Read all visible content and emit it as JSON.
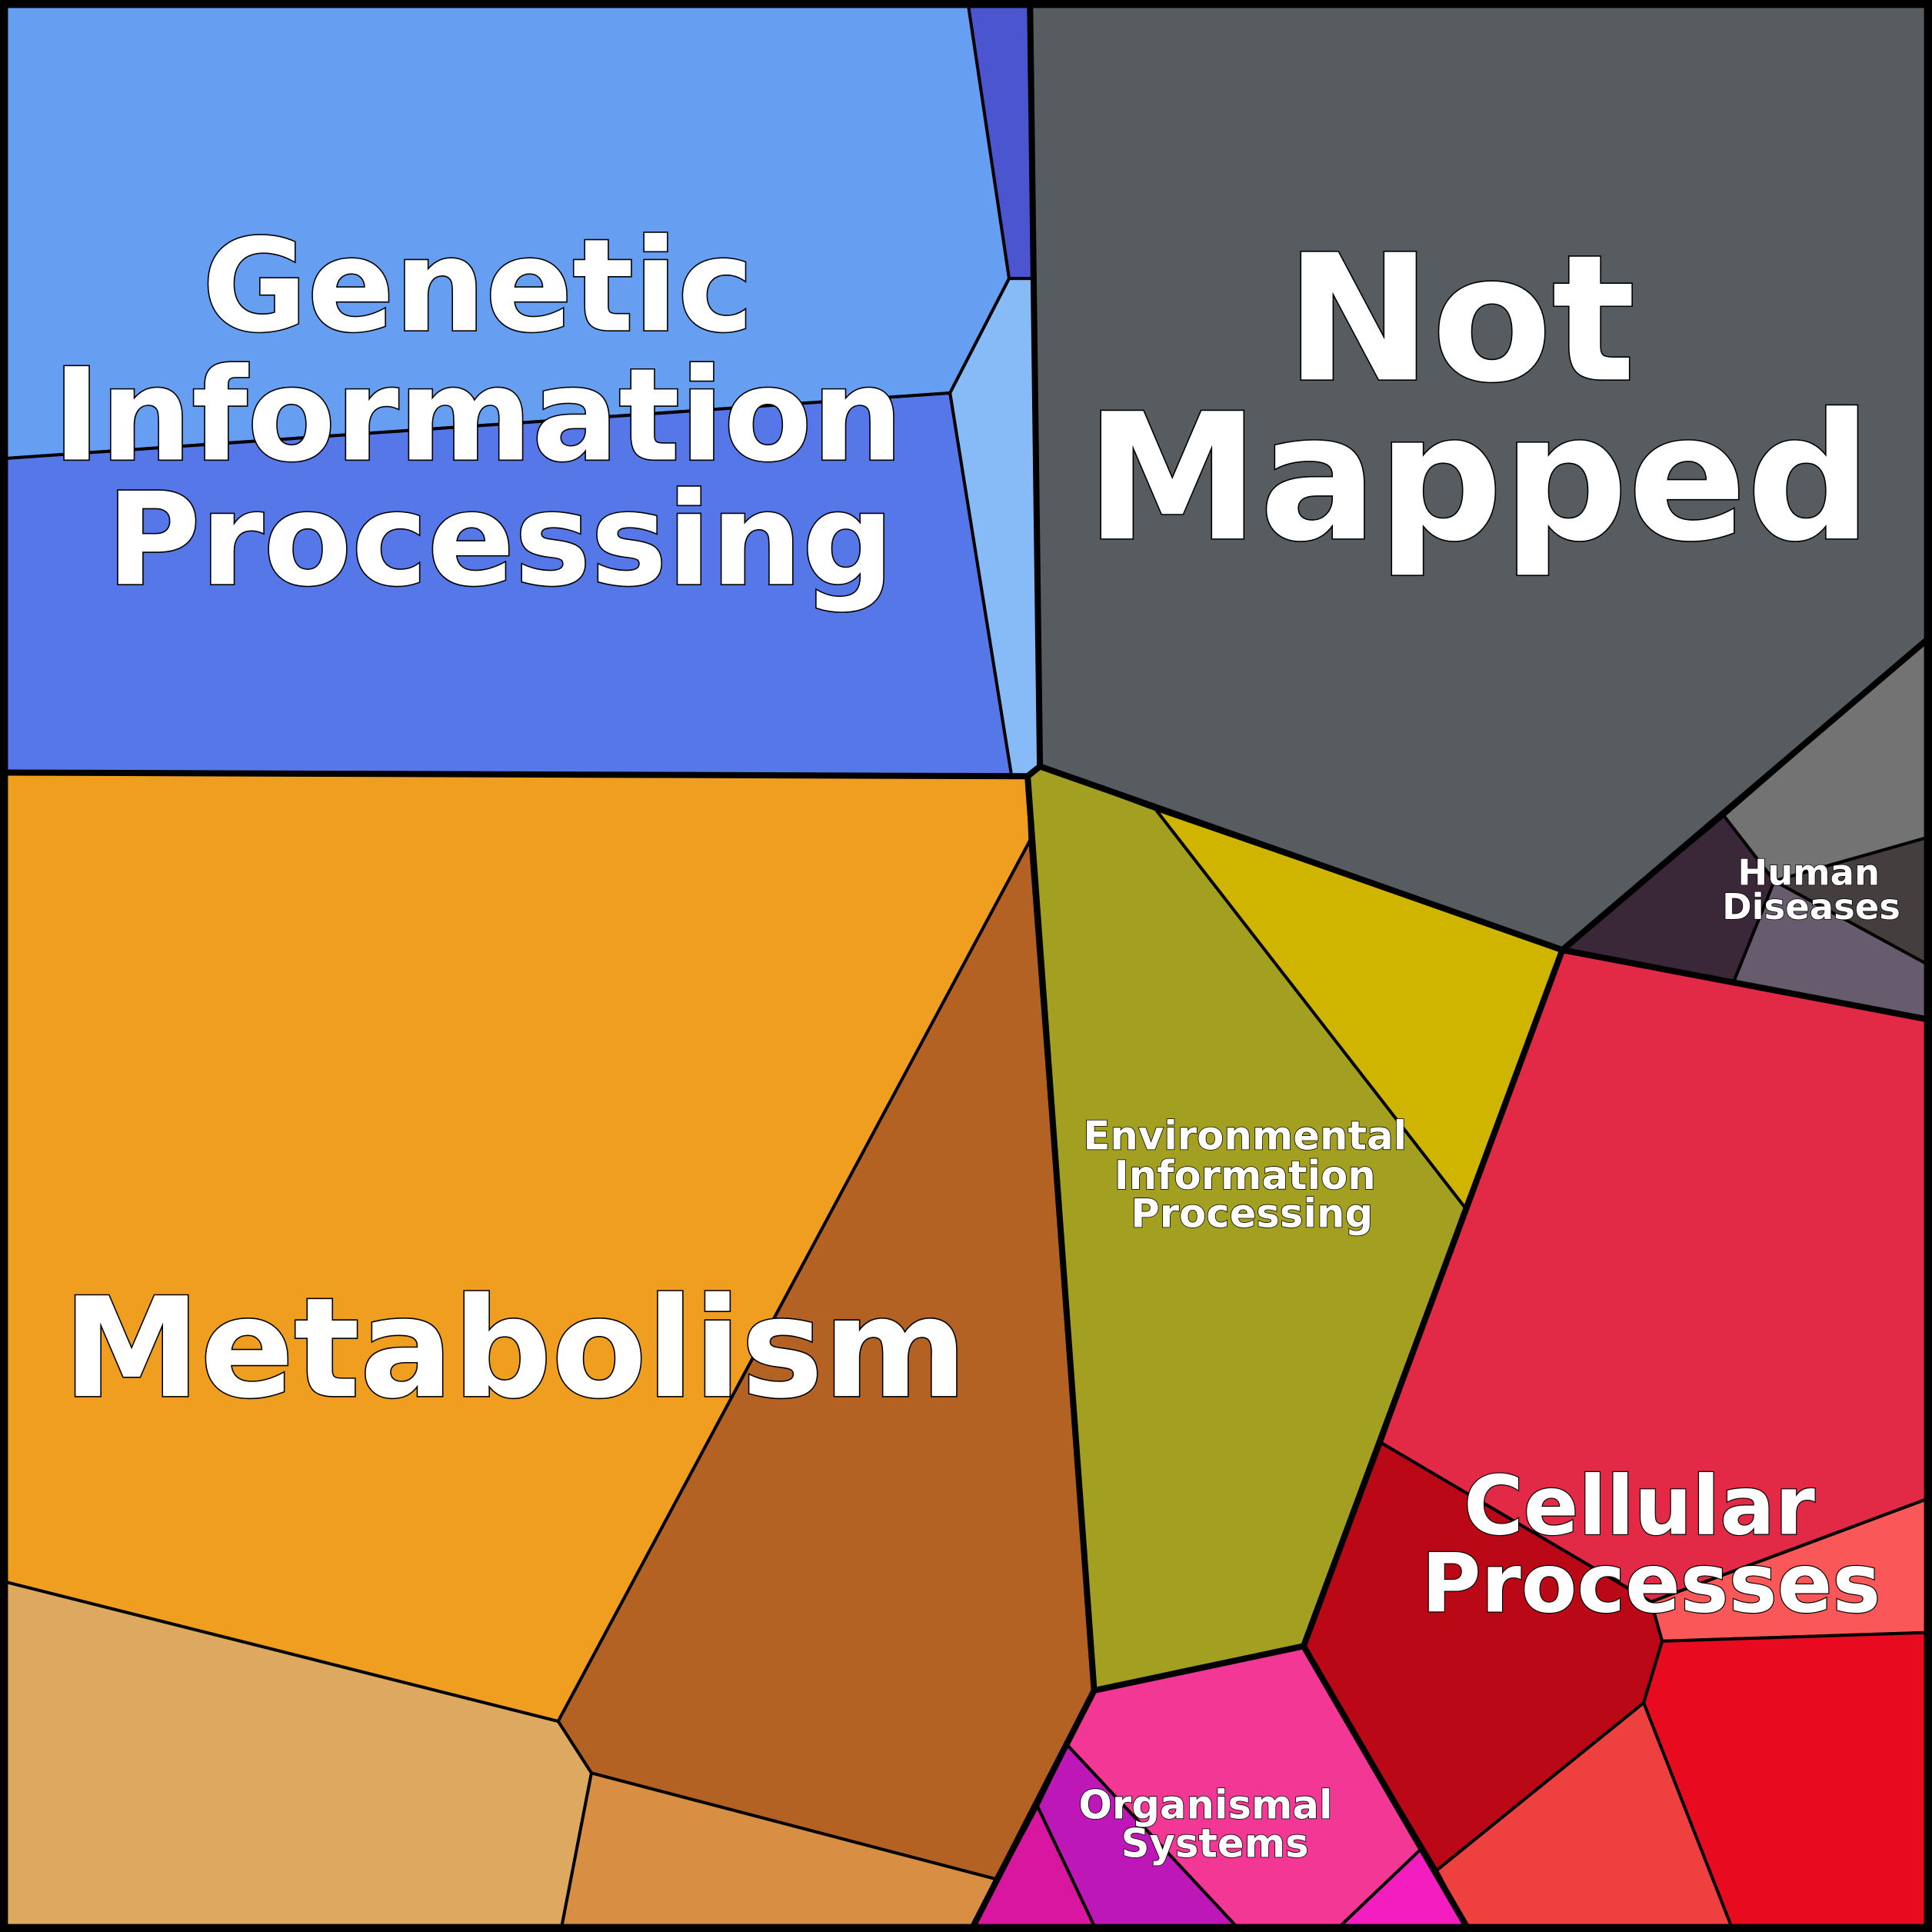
{
  "chart_data": {
    "type": "voronoi-treemap",
    "title": "",
    "categories": [
      {
        "name": "Genetic Information Processing",
        "label_lines": [
          "Genetic",
          "Information",
          "Processing"
        ],
        "approx_area_share": 0.21,
        "sub_cells": 4,
        "colors": [
          "#669EF2",
          "#4B55D0",
          "#86BBF8",
          "#5677E8"
        ]
      },
      {
        "name": "Not Mapped",
        "label_lines": [
          "Not",
          "Mapped"
        ],
        "approx_area_share": 0.23,
        "sub_cells": 1,
        "colors": [
          "#575C60"
        ]
      },
      {
        "name": "Human Diseases",
        "label_lines": [
          "Human",
          "Diseases"
        ],
        "approx_area_share": 0.03,
        "sub_cells": 4,
        "colors": [
          "#737373",
          "#3A2838",
          "#453E3E",
          "#675B6E"
        ]
      },
      {
        "name": "Metabolism",
        "label_lines": [
          "Metabolism"
        ],
        "approx_area_share": 0.3,
        "sub_cells": 4,
        "colors": [
          "#EF9E20",
          "#B46224",
          "#DDA960",
          "#D88F43"
        ]
      },
      {
        "name": "Environmental Information Processing",
        "label_lines": [
          "Environmental",
          "Information",
          "Processing"
        ],
        "approx_area_share": 0.09,
        "sub_cells": 2,
        "colors": [
          "#A39F20",
          "#CFB500"
        ]
      },
      {
        "name": "Cellular Processes",
        "label_lines": [
          "Cellular",
          "Processes"
        ],
        "approx_area_share": 0.11,
        "sub_cells": 5,
        "colors": [
          "#E22946",
          "#FA5858",
          "#BB0816",
          "#E80A1E",
          "#EF4040"
        ]
      },
      {
        "name": "Organismal Systems",
        "label_lines": [
          "Organismal",
          "Systems"
        ],
        "approx_area_share": 0.03,
        "sub_cells": 4,
        "colors": [
          "#F23795",
          "#F41EC0",
          "#BD17B7",
          "#D8169F"
        ]
      }
    ]
  }
}
